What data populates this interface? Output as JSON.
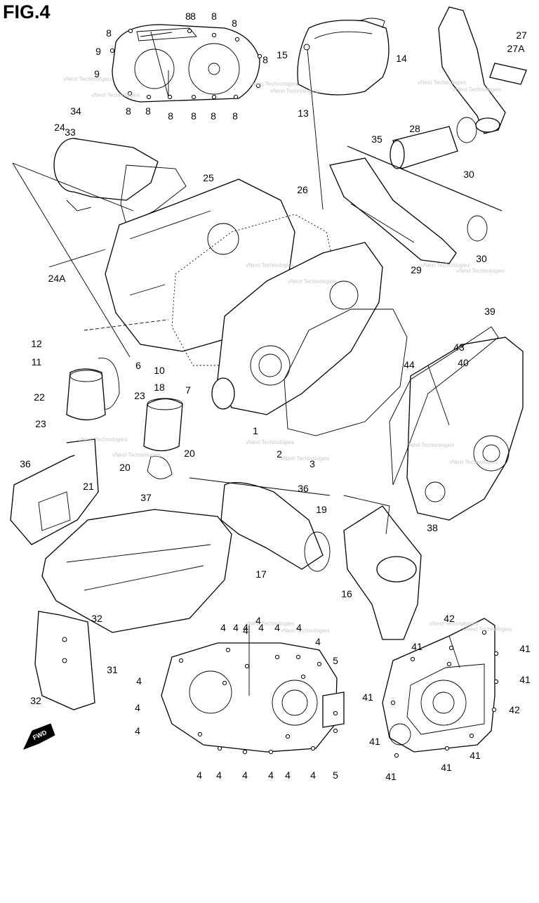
{
  "figure": {
    "title": "FIG.4"
  },
  "watermark": "vNext Technologies",
  "fwd_label": "FWD",
  "callouts": [
    "1",
    "2",
    "3",
    "4",
    "4",
    "4",
    "4",
    "4",
    "4",
    "4",
    "4",
    "4",
    "4",
    "4",
    "4",
    "4",
    "4",
    "4",
    "4",
    "4",
    "4",
    "5",
    "5",
    "6",
    "7",
    "8",
    "8",
    "8",
    "8",
    "8",
    "8",
    "8",
    "8",
    "8",
    "8",
    "8",
    "8",
    "9",
    "9",
    "10",
    "11",
    "12",
    "13",
    "14",
    "15",
    "16",
    "17",
    "18",
    "19",
    "20",
    "20",
    "21",
    "22",
    "23",
    "23",
    "24",
    "24A",
    "25",
    "26",
    "27",
    "27A",
    "28",
    "29",
    "30",
    "30",
    "31",
    "32",
    "32",
    "33",
    "34",
    "35",
    "36",
    "36",
    "37",
    "38",
    "39",
    "40",
    "41",
    "41",
    "41",
    "41",
    "41",
    "41",
    "41",
    "41",
    "42",
    "42",
    "43",
    "44"
  ]
}
